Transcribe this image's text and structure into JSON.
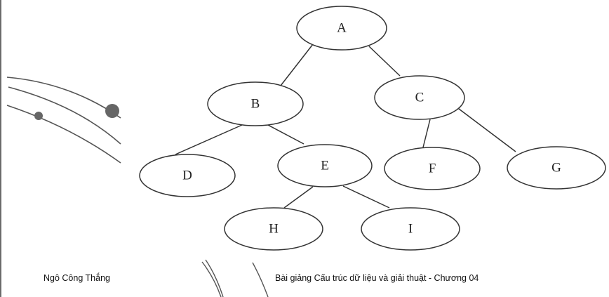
{
  "tree": {
    "nodes": [
      {
        "id": "A",
        "label": "A"
      },
      {
        "id": "B",
        "label": "B"
      },
      {
        "id": "C",
        "label": "C"
      },
      {
        "id": "D",
        "label": "D"
      },
      {
        "id": "E",
        "label": "E"
      },
      {
        "id": "F",
        "label": "F"
      },
      {
        "id": "G",
        "label": "G"
      },
      {
        "id": "H",
        "label": "H"
      },
      {
        "id": "I",
        "label": "I"
      }
    ],
    "edges": [
      [
        "A",
        "B"
      ],
      [
        "A",
        "C"
      ],
      [
        "B",
        "D"
      ],
      [
        "B",
        "E"
      ],
      [
        "C",
        "F"
      ],
      [
        "C",
        "G"
      ],
      [
        "E",
        "H"
      ],
      [
        "E",
        "I"
      ]
    ]
  },
  "footer": {
    "author": "Ngô Công Thắng",
    "course": "Bài giảng Cấu trúc dữ liệu và giải thuật  -  Chương 04"
  },
  "colors": {
    "stroke": "#333333",
    "decoration": "#555555",
    "decoration_dot": "#666666"
  }
}
